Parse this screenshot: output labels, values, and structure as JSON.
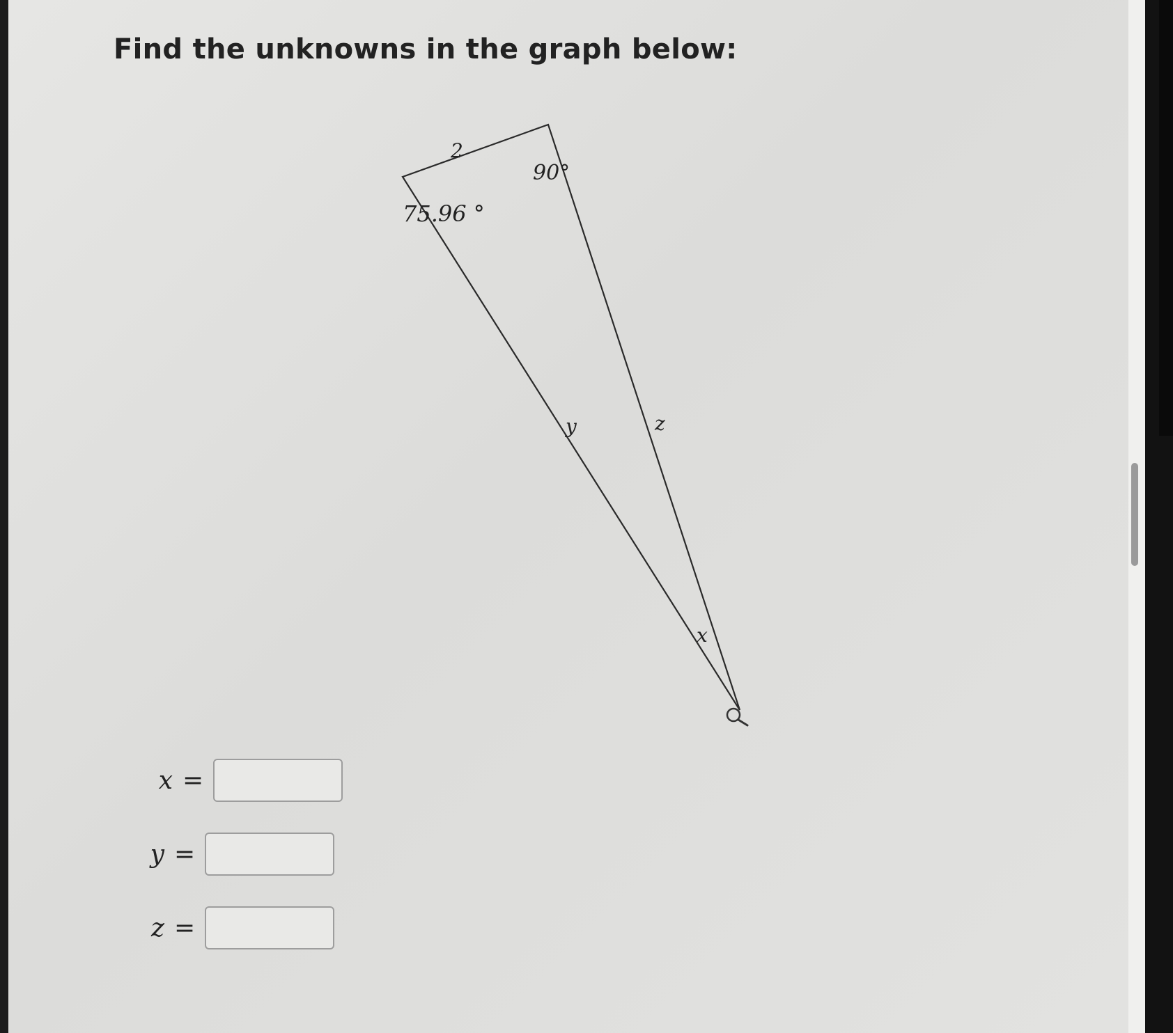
{
  "question": {
    "prompt": "Find the unknowns in the graph below:"
  },
  "diagram": {
    "side_labels": {
      "top": "2",
      "left_hypotenuse": "y",
      "right_leg": "z"
    },
    "angle_labels": {
      "left_vertex": "75.96 °",
      "top_vertex": "90°",
      "bottom_vertex": "x"
    },
    "line_color": "#2a2a2a",
    "cursor_icon": "magnifier-cursor-icon"
  },
  "answers": [
    {
      "variable": "x",
      "equals": "=",
      "value": ""
    },
    {
      "variable": "y",
      "equals": "=",
      "value": ""
    },
    {
      "variable": "z",
      "equals": "=",
      "value": ""
    }
  ]
}
